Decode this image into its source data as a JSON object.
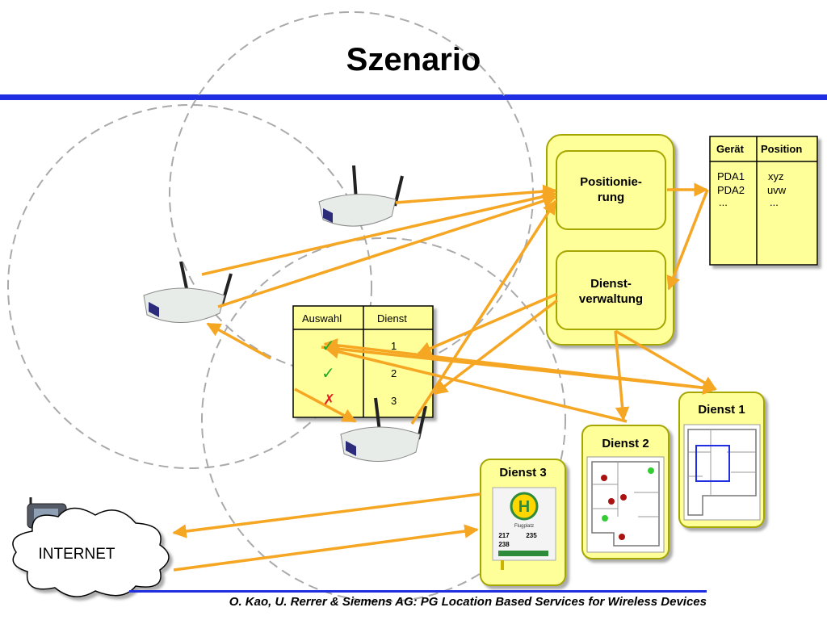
{
  "title": "Szenario",
  "footer": "O. Kao, U. Rerrer & Siemens AG:   PG Location Based Services for Wireless Devices",
  "server": {
    "positionierung": "Positionie-\nrung",
    "dienstverwaltung": "Dienst-\nverwaltung"
  },
  "position_table": {
    "headers": [
      "Gerät",
      "Position"
    ],
    "devices": [
      "PDA1",
      "PDA2",
      "..."
    ],
    "positions": [
      "xyz",
      "uvw",
      "..."
    ]
  },
  "selection_table": {
    "headers": [
      "Auswahl",
      "Dienst"
    ],
    "rows": [
      {
        "mark": "✓",
        "service": "1"
      },
      {
        "mark": "✓",
        "service": "2"
      },
      {
        "mark": "✗",
        "service": "3"
      }
    ]
  },
  "services": {
    "dienst1": "Dienst 1",
    "dienst2": "Dienst 2",
    "dienst3": "Dienst 3"
  },
  "bus_sign": {
    "letter": "H",
    "stop": "Flugplatz",
    "line1": "217",
    "line2": "235",
    "line3": "238"
  },
  "internet": "INTERNET",
  "colors": {
    "accent_blue": "#1f2ee0",
    "arrow": "#f5a623",
    "box_fill": "#ffff99",
    "box_border": "#a6a600",
    "check": "#22aa22",
    "cross": "#dd2222"
  }
}
